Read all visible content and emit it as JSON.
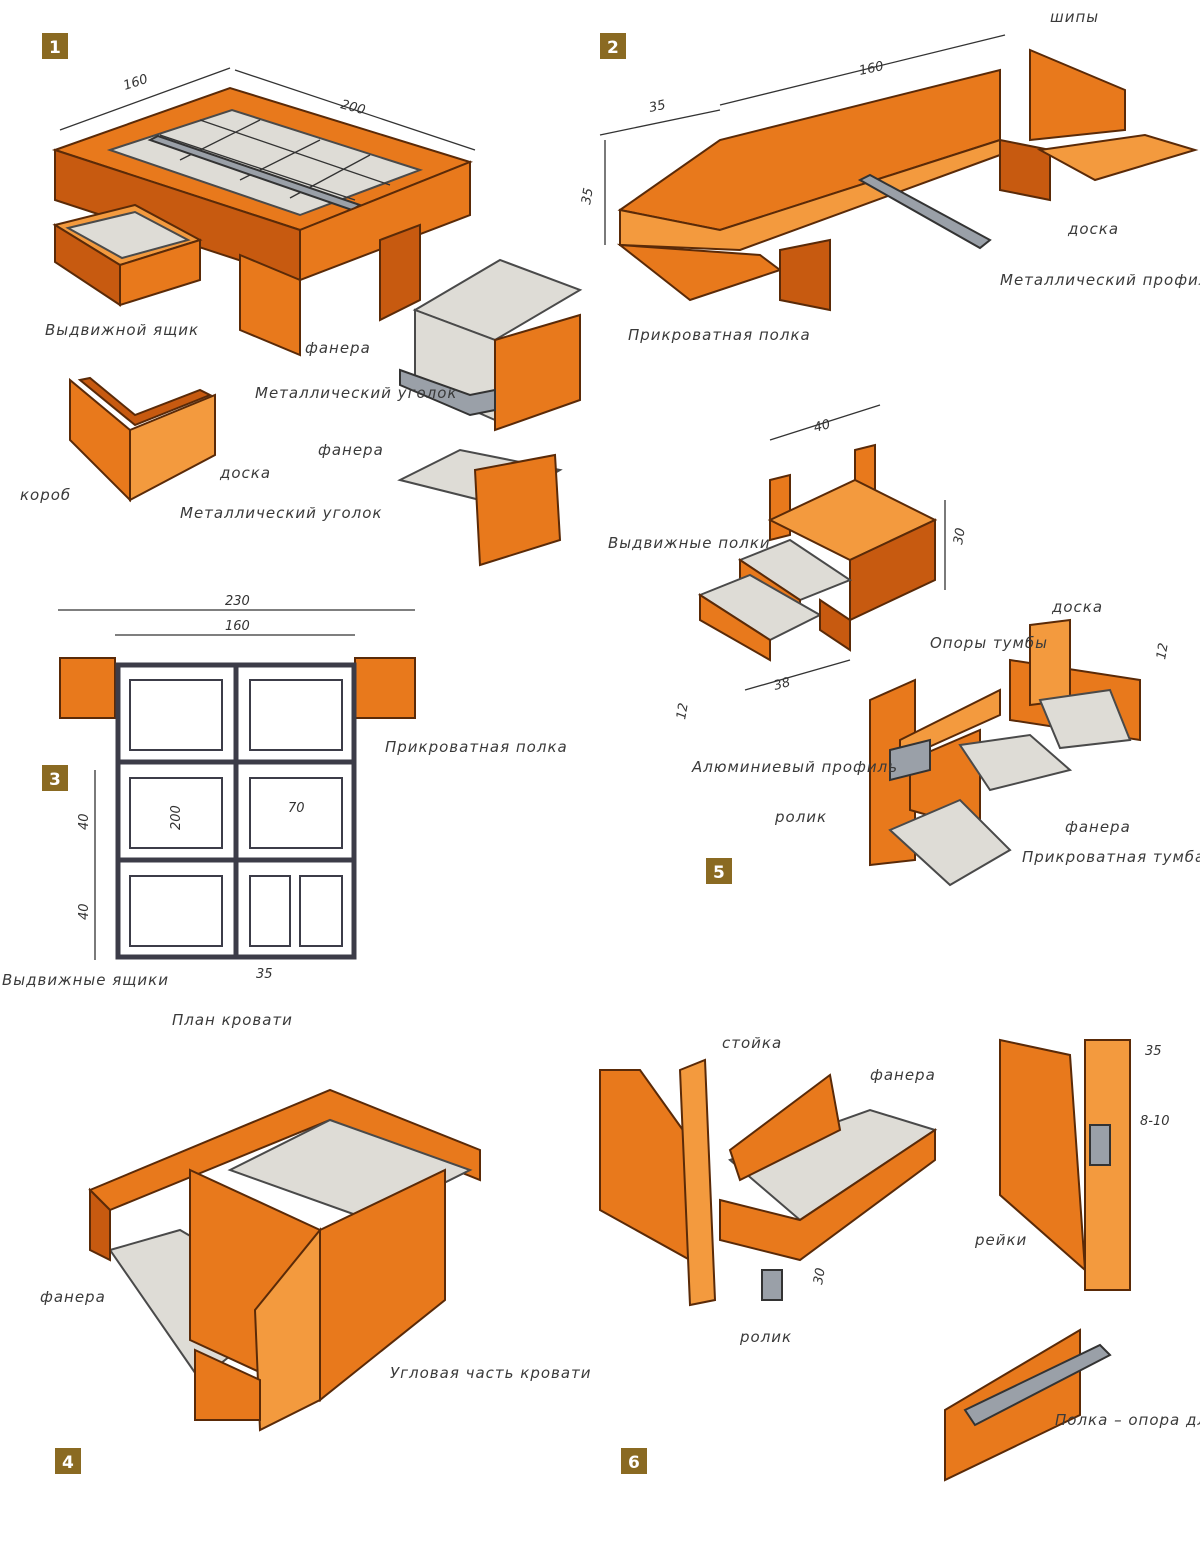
{
  "panels": [
    {
      "number": "1",
      "labels": {
        "drawer": "Выдвижной ящик",
        "plywood": "фанера",
        "box": "короб",
        "board": "доска",
        "metal_corner": "Металлический уголок",
        "metal_corner_2": "Металлический уголок",
        "plywood_2": "фанера"
      },
      "dims": {
        "w": "160",
        "l": "200"
      }
    },
    {
      "number": "2",
      "labels": {
        "spikes": "шипы",
        "board": "доска",
        "metal_profile": "Металлический профиль",
        "shelf": "Прикроватная полка"
      },
      "dims": {
        "a": "35",
        "b": "160",
        "h": "35"
      }
    },
    {
      "number": "3",
      "labels": {
        "shelf": "Прикроватная полка",
        "drawers": "Выдвижные ящики",
        "plan": "План кровати"
      },
      "dims": {
        "total": "230",
        "inner": "160",
        "len": "200",
        "d1": "40",
        "d2": "40",
        "d3": "70",
        "d4": "35"
      }
    },
    {
      "number": "4",
      "labels": {
        "plywood": "фанера",
        "corner": "Угловая часть кровати"
      }
    },
    {
      "number": "5",
      "labels": {
        "shelves": "Выдвижные полки",
        "supports": "Опоры тумбы",
        "board": "доска",
        "profile": "Алюминиевый профиль",
        "roller": "ролик",
        "plywood": "фанера",
        "nightstand": "Прикроватная тумба"
      },
      "dims": {
        "w": "40",
        "h": "30",
        "d": "38",
        "h2": "12",
        "h3": "12"
      }
    },
    {
      "number": "6",
      "labels": {
        "post": "стойка",
        "plywood": "фанера",
        "roller": "ролик",
        "slats": "рейки",
        "shelf": "Полка – опора для матраса"
      },
      "dims": {
        "a": "35",
        "b": "8-10",
        "c": "30"
      }
    }
  ],
  "colors": {
    "wood": "#e8791c",
    "wood_dark": "#c75a10",
    "plywood": "#dedcd6",
    "metal": "#9aa0a8",
    "badge": "#8a6a22"
  }
}
